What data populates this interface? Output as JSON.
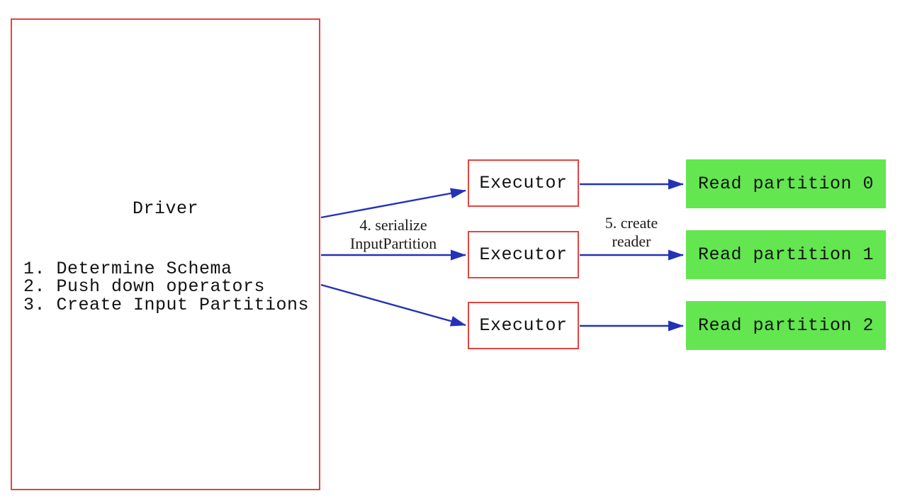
{
  "driver": {
    "title": "Driver",
    "steps": [
      "1. Determine Schema",
      "2. Push down operators",
      "3. Create Input Partitions"
    ]
  },
  "executors": [
    {
      "label": "Executor"
    },
    {
      "label": "Executor"
    },
    {
      "label": "Executor"
    }
  ],
  "partitions": [
    {
      "label": "Read partition 0"
    },
    {
      "label": "Read partition 1"
    },
    {
      "label": "Read partition 2"
    }
  ],
  "edges": {
    "serialize": {
      "line1": "4. serialize",
      "line2": "InputPartition"
    },
    "create_reader": {
      "line1": "5. create",
      "line2": "reader"
    }
  },
  "colors": {
    "box_border_red": "#e2453f",
    "partition_green": "#63e64f",
    "arrow_blue": "#2432b8",
    "text": "#111111"
  }
}
